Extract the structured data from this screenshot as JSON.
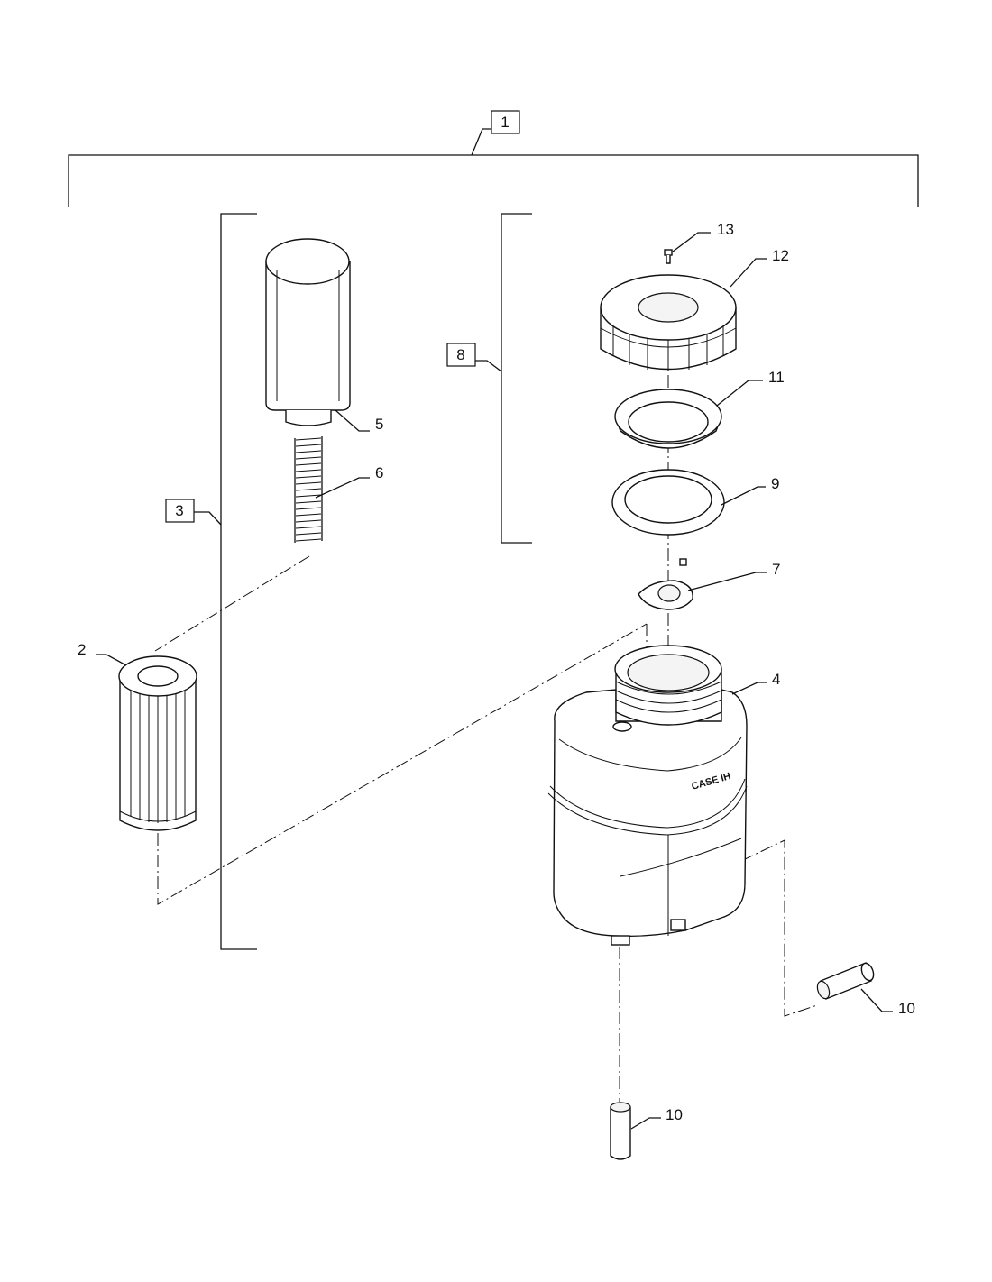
{
  "callouts": {
    "c1": "1",
    "c2": "2",
    "c3": "3",
    "c4": "4",
    "c5": "5",
    "c6": "6",
    "c7": "7",
    "c8": "8",
    "c9": "9",
    "c10a": "10",
    "c10b": "10",
    "c11": "11",
    "c12": "12",
    "c13": "13"
  },
  "tank_marking": "CASE IH"
}
